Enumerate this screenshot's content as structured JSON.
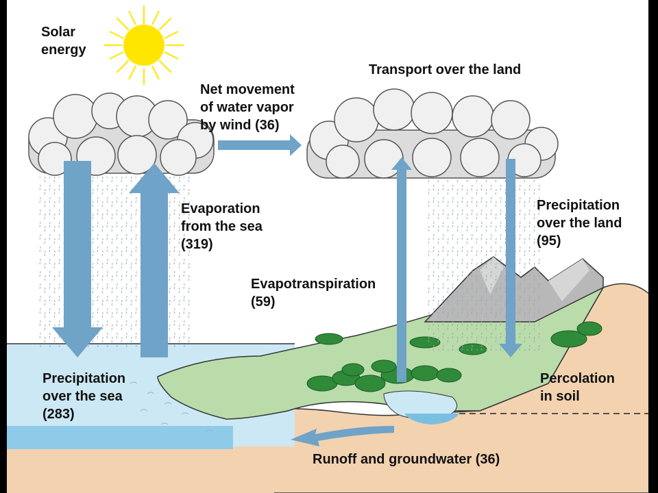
{
  "labels": {
    "solar_energy": "Solar\nenergy",
    "transport_over_land": "Transport over the land",
    "net_movement": "Net movement\nof water vapor\nby wind (36)",
    "evaporation_sea": "Evaporation\nfrom the sea\n(319)",
    "precip_land": "Precipitation\nover the land\n(95)",
    "evapotranspiration": "Evapotranspiration\n(59)",
    "precip_sea": "Precipitation\nover the sea\n(283)",
    "percolation": "Percolation\nin soil",
    "runoff": "Runoff and groundwater (36)"
  },
  "colors": {
    "arrow": "#6fa3c7",
    "sea": "#cce8f4",
    "sea_deep": "#8ecbe8",
    "land_green": "#b9dcaa",
    "soil": "#f3d2b0",
    "mountain": "#b8b8b8",
    "trees": "#2f8a3a",
    "cloud": "#f0f0f0",
    "sun": "#ffe600"
  },
  "icons": [
    "sun-icon",
    "cloud-icon",
    "rain-icon",
    "mountain-icon",
    "tree-icon"
  ]
}
